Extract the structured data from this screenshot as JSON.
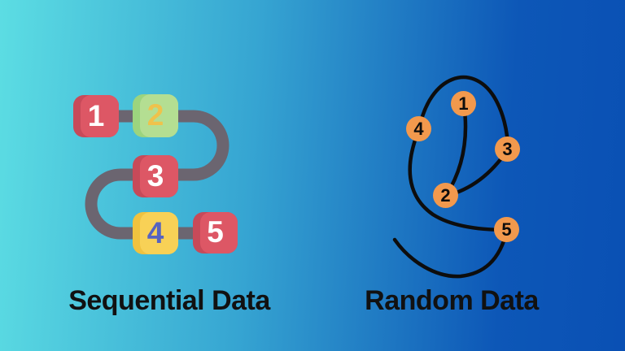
{
  "background": {
    "gradient_start": "#5cdde3",
    "gradient_end": "#0a50b4"
  },
  "sequential": {
    "label": "Sequential Data",
    "path_color": "#6b6570",
    "blocks": [
      {
        "number": "1",
        "color": "#dd5765",
        "edge_color": "#c74a59",
        "number_color": "#ffffff"
      },
      {
        "number": "2",
        "color": "#b4de92",
        "edge_color": "#9cd47e",
        "number_color": "#efc24b"
      },
      {
        "number": "3",
        "color": "#dd5765",
        "edge_color": "#c74a59",
        "number_color": "#ffffff"
      },
      {
        "number": "4",
        "color": "#f8d156",
        "edge_color": "#f0c23f",
        "number_color": "#5663c0"
      },
      {
        "number": "5",
        "color": "#dd5765",
        "edge_color": "#c74a59",
        "number_color": "#ffffff"
      }
    ]
  },
  "random": {
    "label": "Random Data",
    "node_color": "#f2994d",
    "number_color": "#0d0d0d",
    "line_color": "#0d0d0d",
    "nodes": [
      {
        "number": "1"
      },
      {
        "number": "2"
      },
      {
        "number": "3"
      },
      {
        "number": "4"
      },
      {
        "number": "5"
      }
    ]
  },
  "caption_color": "#111111"
}
